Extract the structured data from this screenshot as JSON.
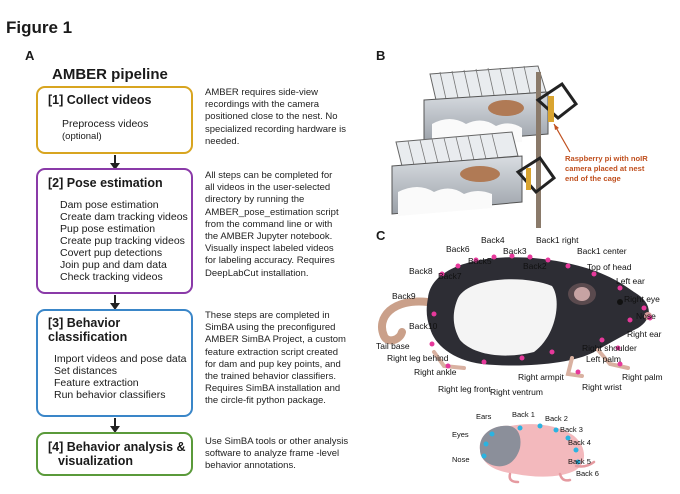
{
  "figure_title": "Figure 1",
  "panels": {
    "a": "A",
    "b": "B",
    "c": "C"
  },
  "pipeline": {
    "title": "AMBER pipeline",
    "steps": [
      {
        "heading": "[1] Collect videos",
        "color": "#d8a520",
        "items": [
          "Preprocess videos",
          "(optional)"
        ],
        "description": [
          "AMBER requires side-view",
          "recordings with the camera",
          "positioned close to the nest. No",
          "specialized recording hardware is",
          "needed."
        ]
      },
      {
        "heading": "[2] Pose estimation",
        "color": "#8a3aa8",
        "items": [
          "Dam pose estimation",
          "Create dam tracking videos",
          "Pup pose estimation",
          "Create pup tracking videos",
          "Covert pup detections",
          "Join pup and dam data",
          "Check tracking videos"
        ],
        "description": [
          "All steps  can be completed for",
          "all videos in the user-selected",
          "directory by running the",
          "AMBER_pose_estimation script",
          "from the command line or with",
          "the AMBER Jupyter notebook.",
          "Visually inspect labeled videos",
          "for labeling accuracy. Requires",
          "DeepLabCut installation."
        ]
      },
      {
        "heading_lines": [
          "[3] Behavior",
          "classification"
        ],
        "color": "#3a86c8",
        "items": [
          "Import videos and pose data",
          "Set distances",
          "Feature extraction",
          "Run behavior classifiers"
        ],
        "description": [
          "These steps are completed in",
          "SimBA using the preconfigured",
          "AMBER SimBA Project, a custom",
          "feature extraction script created",
          "for dam and pup key points, and",
          "the trained behavior classifiers.",
          "Requires SimBA installation and",
          "the circle-fit python package."
        ]
      },
      {
        "heading_lines": [
          "[4] Behavior analysis &",
          "visualization"
        ],
        "color": "#5a9a3a",
        "items": [],
        "description": [
          "Use SimBA tools or other analysis",
          "software to analyze frame -level",
          "behavior annotations."
        ]
      }
    ]
  },
  "camera_note": [
    "Raspberry pi with noIR",
    "camera placed at nest",
    "end of the cage"
  ],
  "dam_labels": {
    "back4": "Back4",
    "back1_right": "Back1 right",
    "back6": "Back6",
    "back3": "Back3",
    "back1_center": "Back1 center",
    "back5": "Back5",
    "back2": "Back2",
    "top_of_head": "Top of head",
    "back8": "Back8",
    "back7": "Back7",
    "left_ear": "Left ear",
    "back9": "Back9",
    "right_eye": "Right eye",
    "nose": "Nose",
    "back10": "Back10",
    "right_ear": "Right ear",
    "tail_base": "Tail base",
    "right_shoulder": "Right shoulder",
    "right_leg_behind": "Right leg behind",
    "left_palm": "Left palm",
    "right_ankle": "Right ankle",
    "right_palm": "Right palm",
    "right_armpit": "Right armpit",
    "right_wrist": "Right wrist",
    "right_leg_front": "Right leg front",
    "right_ventrum": "Right ventrum"
  },
  "pup_labels": {
    "back1": "Back 1",
    "ears": "Ears",
    "back2": "Back 2",
    "back3": "Back 3",
    "eyes": "Eyes",
    "back4": "Back 4",
    "nose": "Nose",
    "back5": "Back 5",
    "back6": "Back 6"
  }
}
